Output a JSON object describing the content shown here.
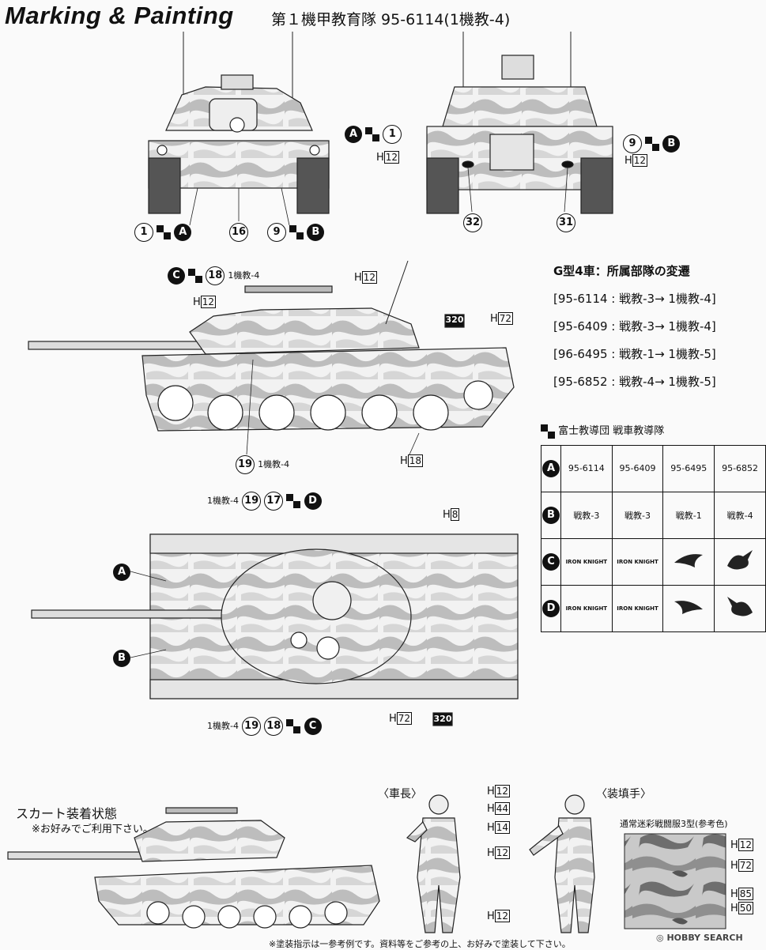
{
  "header": {
    "title": "Marking & Painting",
    "subtitle": "第１機甲教育隊 95-6114(1機教-4)"
  },
  "labels": {
    "d1": "1",
    "d9": "9",
    "d16": "16",
    "d17": "17",
    "d18": "18",
    "d19": "19",
    "d31": "31",
    "d32": "32",
    "A": "A",
    "B": "B",
    "C": "C",
    "D": "D",
    "h12": "12",
    "h72": "72",
    "h18": "18",
    "h8": "8",
    "h44": "44",
    "h14": "14",
    "h85": "85",
    "h50": "50",
    "H": "H",
    "kikyo4": "1機教-4",
    "plate320": "320"
  },
  "history": {
    "heading": "G型4車：所属部隊の変遷",
    "rows": [
      "[95-6114 : 戦教-3→ 1機教-4]",
      "[95-6409 : 戦教-3→ 1機教-4]",
      "[96-6495 : 戦教-1→ 1機教-5]",
      "[95-6852 : 戦教-4→ 1機教-5]"
    ]
  },
  "decal_table": {
    "unit": "富士教導団 戦車教導隊",
    "rows": [
      {
        "key": "A",
        "cells": [
          "95-6114",
          "95-6409",
          "95-6495",
          "95-6852"
        ]
      },
      {
        "key": "B",
        "cells": [
          "戦教-3",
          "戦教-3",
          "戦教-1",
          "戦教-4"
        ]
      },
      {
        "key": "C",
        "cells": [
          "IRON KNIGHT",
          "IRON KNIGHT",
          "",
          ""
        ]
      },
      {
        "key": "D",
        "cells": [
          "IRON KNIGHT",
          "IRON KNIGHT",
          "",
          ""
        ]
      }
    ]
  },
  "skirt": {
    "title": "スカート装着状態",
    "note": "※お好みでご利用下さい。"
  },
  "figures": {
    "commander": "〈車長〉",
    "loader": "〈装填手〉"
  },
  "camo": {
    "title": "通常迷彩戦闘服3型(参考色)"
  },
  "footer": {
    "note": "※塗装指示は一参考例です。資料等をご参考の上、お好みで塗装して下さい。",
    "watermark": "HOBBY SEARCH"
  }
}
